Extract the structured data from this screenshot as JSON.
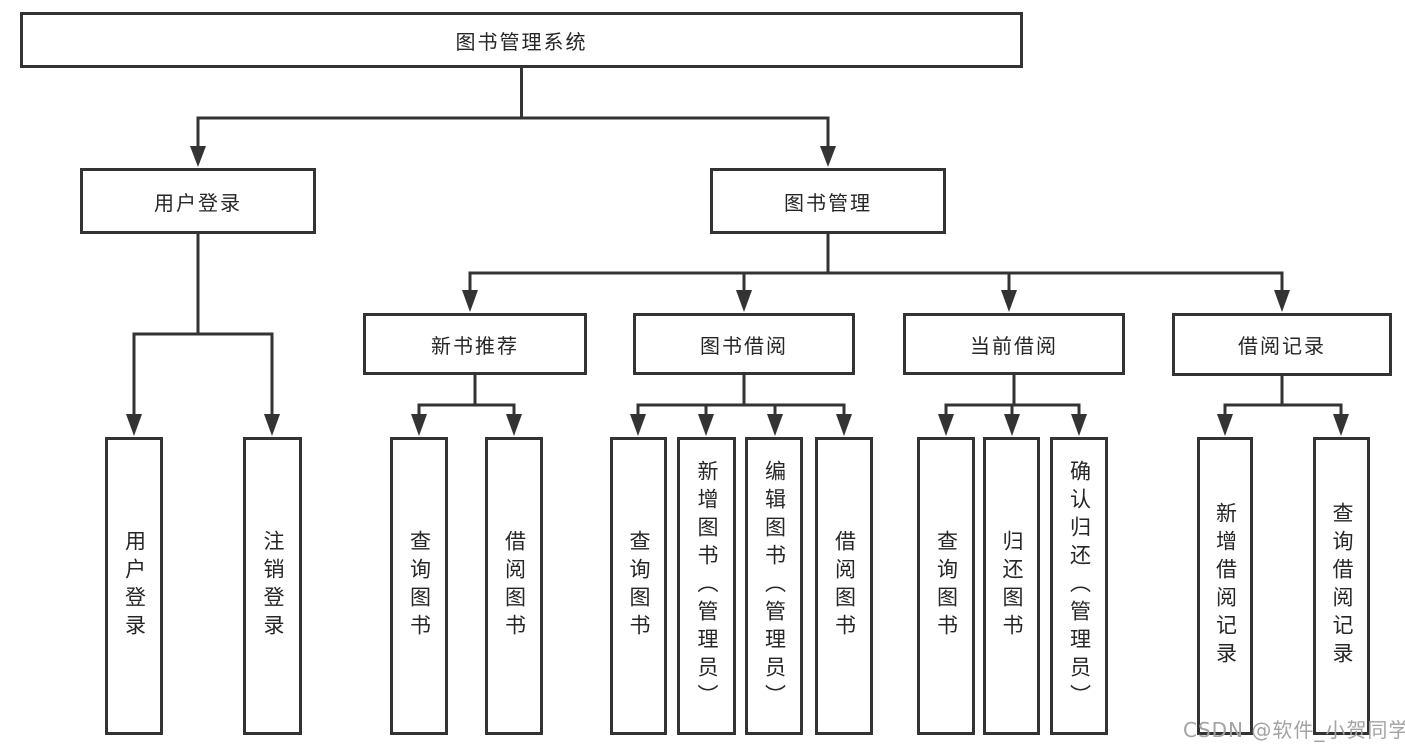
{
  "diagram": {
    "root": {
      "label": "图书管理系统"
    },
    "branches": {
      "user_login": {
        "label": "用户登录",
        "children": {
          "login": {
            "label": "用户登录"
          },
          "logout": {
            "label": "注销登录"
          }
        }
      },
      "book_management": {
        "label": "图书管理",
        "children": {
          "new_book_recommend": {
            "label": "新书推荐",
            "children": {
              "query_book": {
                "label": "查询图书"
              },
              "borrow_book": {
                "label": "借阅图书"
              }
            }
          },
          "book_borrow": {
            "label": "图书借阅",
            "children": {
              "query_book": {
                "label": "查询图书"
              },
              "add_book": {
                "label": "新增图书（管理员）"
              },
              "edit_book": {
                "label": "编辑图书（管理员）"
              },
              "borrow_book": {
                "label": "借阅图书"
              }
            }
          },
          "current_borrow": {
            "label": "当前借阅",
            "children": {
              "query_book": {
                "label": "查询图书"
              },
              "return_book": {
                "label": "归还图书"
              },
              "confirm_return": {
                "label": "确认归还（管理员）"
              }
            }
          },
          "borrow_records": {
            "label": "借阅记录",
            "children": {
              "add_record": {
                "label": "新增借阅记录"
              },
              "query_record": {
                "label": "查询借阅记录"
              }
            }
          }
        }
      }
    }
  },
  "colors": {
    "line": "#333333",
    "box_border": "#333333",
    "text": "#262626",
    "watermark": "#a3a3a3"
  },
  "watermark": "CSDN @软件_小贺同学"
}
